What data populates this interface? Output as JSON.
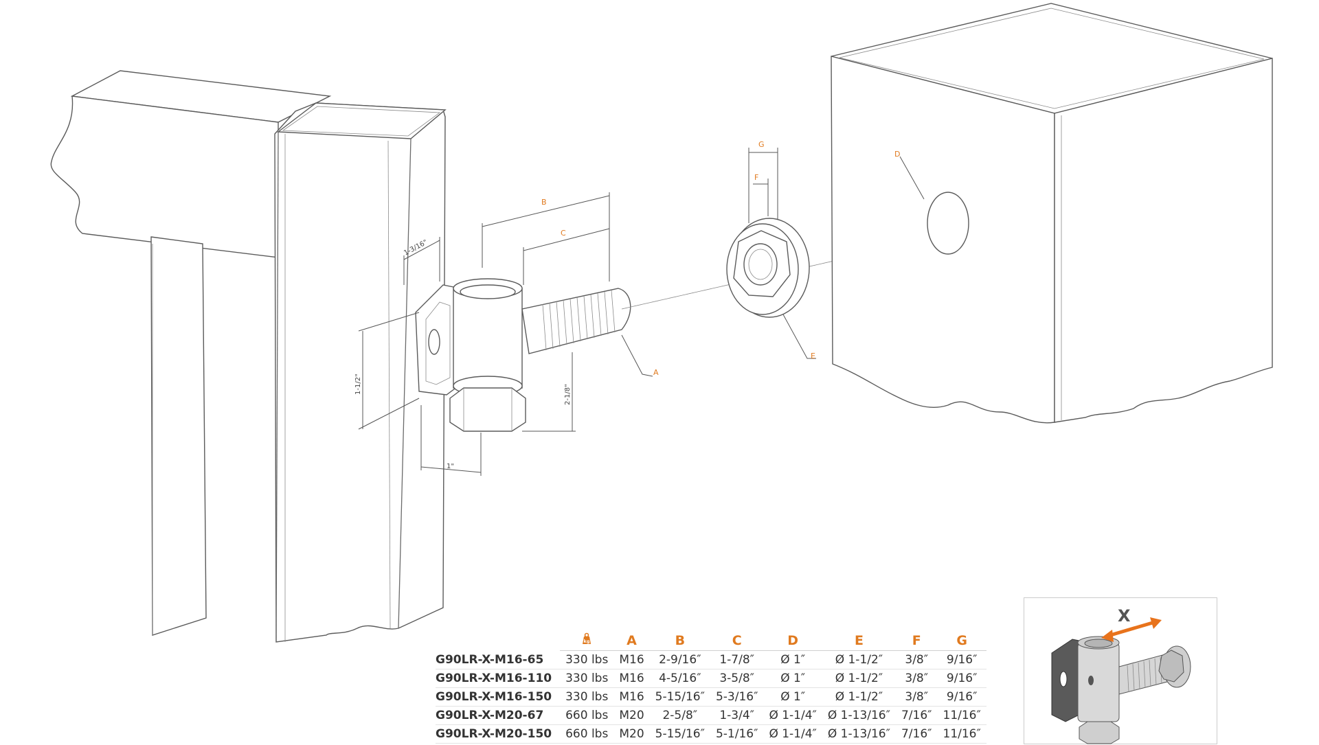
{
  "labels": {
    "A": "A",
    "B": "B",
    "C": "C",
    "D": "D",
    "E": "E",
    "F": "F",
    "G": "G"
  },
  "dimensions": {
    "d1": "1-3/16\"",
    "d2": "1-1/2\"",
    "d3": "2-1/8\"",
    "d4": "1\""
  },
  "table": {
    "columns": [
      "A",
      "B",
      "C",
      "D",
      "E",
      "F",
      "G"
    ],
    "load_icon": "weight-kg-icon",
    "rows": [
      {
        "model": "G90LR-X-M16-65",
        "load": "330 lbs",
        "A": "M16",
        "B": "2-9/16″",
        "C": "1-7/8″",
        "D": "Ø 1″",
        "E": "Ø 1-1/2″",
        "F": "3/8″",
        "G": "9/16″"
      },
      {
        "model": "G90LR-X-M16-110",
        "load": "330 lbs",
        "A": "M16",
        "B": "4-5/16″",
        "C": "3-5/8″",
        "D": "Ø 1″",
        "E": "Ø 1-1/2″",
        "F": "3/8″",
        "G": "9/16″"
      },
      {
        "model": "G90LR-X-M16-150",
        "load": "330 lbs",
        "A": "M16",
        "B": "5-15/16″",
        "C": "5-3/16″",
        "D": "Ø 1″",
        "E": "Ø 1-1/2″",
        "F": "3/8″",
        "G": "9/16″"
      },
      {
        "model": "G90LR-X-M20-67",
        "load": "660 lbs",
        "A": "M20",
        "B": "2-5/8″",
        "C": "1-3/4″",
        "D": "Ø 1-1/4″",
        "E": "Ø 1-13/16″",
        "F": "7/16″",
        "G": "11/16″"
      },
      {
        "model": "G90LR-X-M20-150",
        "load": "660 lbs",
        "A": "M20",
        "B": "5-15/16″",
        "C": "5-1/16″",
        "D": "Ø 1-1/4″",
        "E": "Ø 1-13/16″",
        "F": "7/16″",
        "G": "11/16″"
      }
    ]
  },
  "inset": {
    "adjust_label": "X",
    "arrow_color": "#e8731c"
  },
  "colors": {
    "accent": "#e07a1f",
    "line": "#6a6a6a"
  }
}
